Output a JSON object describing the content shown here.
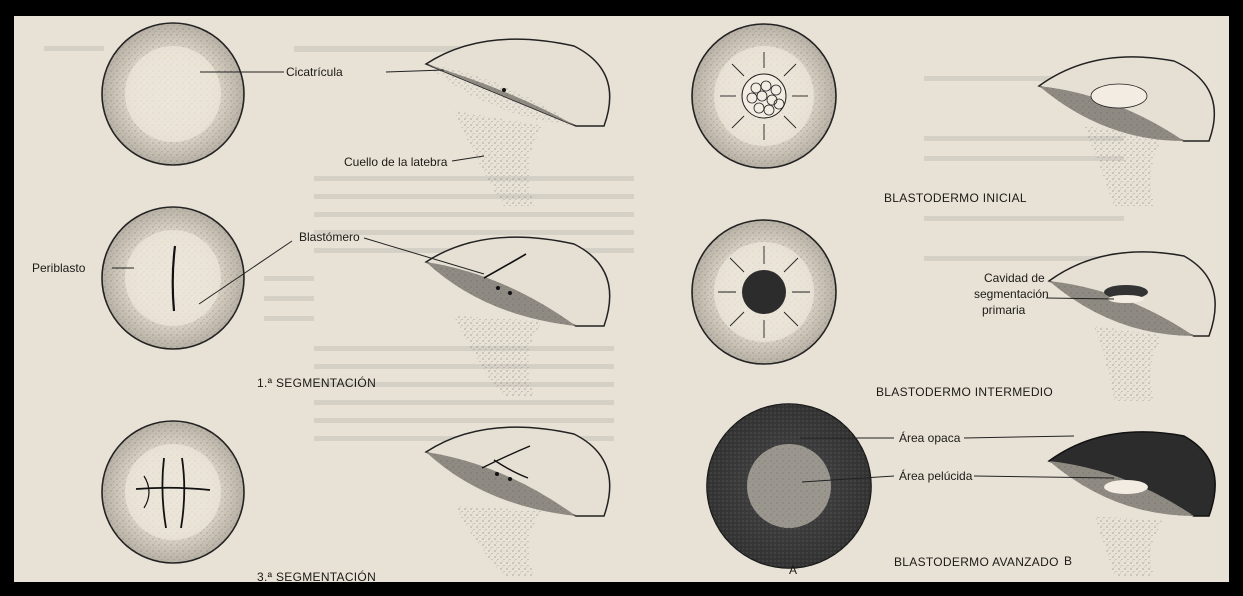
{
  "labels": {
    "cicatricula": "Cicatrícula",
    "cuello_latebra": "Cuello de la latebra",
    "periblasto": "Periblasto",
    "blastomero": "Blastómero",
    "cavidad_line1": "Cavidad de",
    "cavidad_line2": "segmentación",
    "cavidad_line3": "primaria",
    "area_opaca": "Área opaca",
    "area_pelucida": "Área pelúcida"
  },
  "captions": {
    "seg1": "1.ª SEGMENTACIÓN",
    "seg3": "3.ª SEGMENTACIÓN",
    "blasto_inicial": "BLASTODERMO INICIAL",
    "blasto_intermedio": "BLASTODERMO INTERMEDIO",
    "blasto_avanzado": "BLASTODERMO AVANZADO",
    "letter_a": "A",
    "letter_b": "B"
  }
}
